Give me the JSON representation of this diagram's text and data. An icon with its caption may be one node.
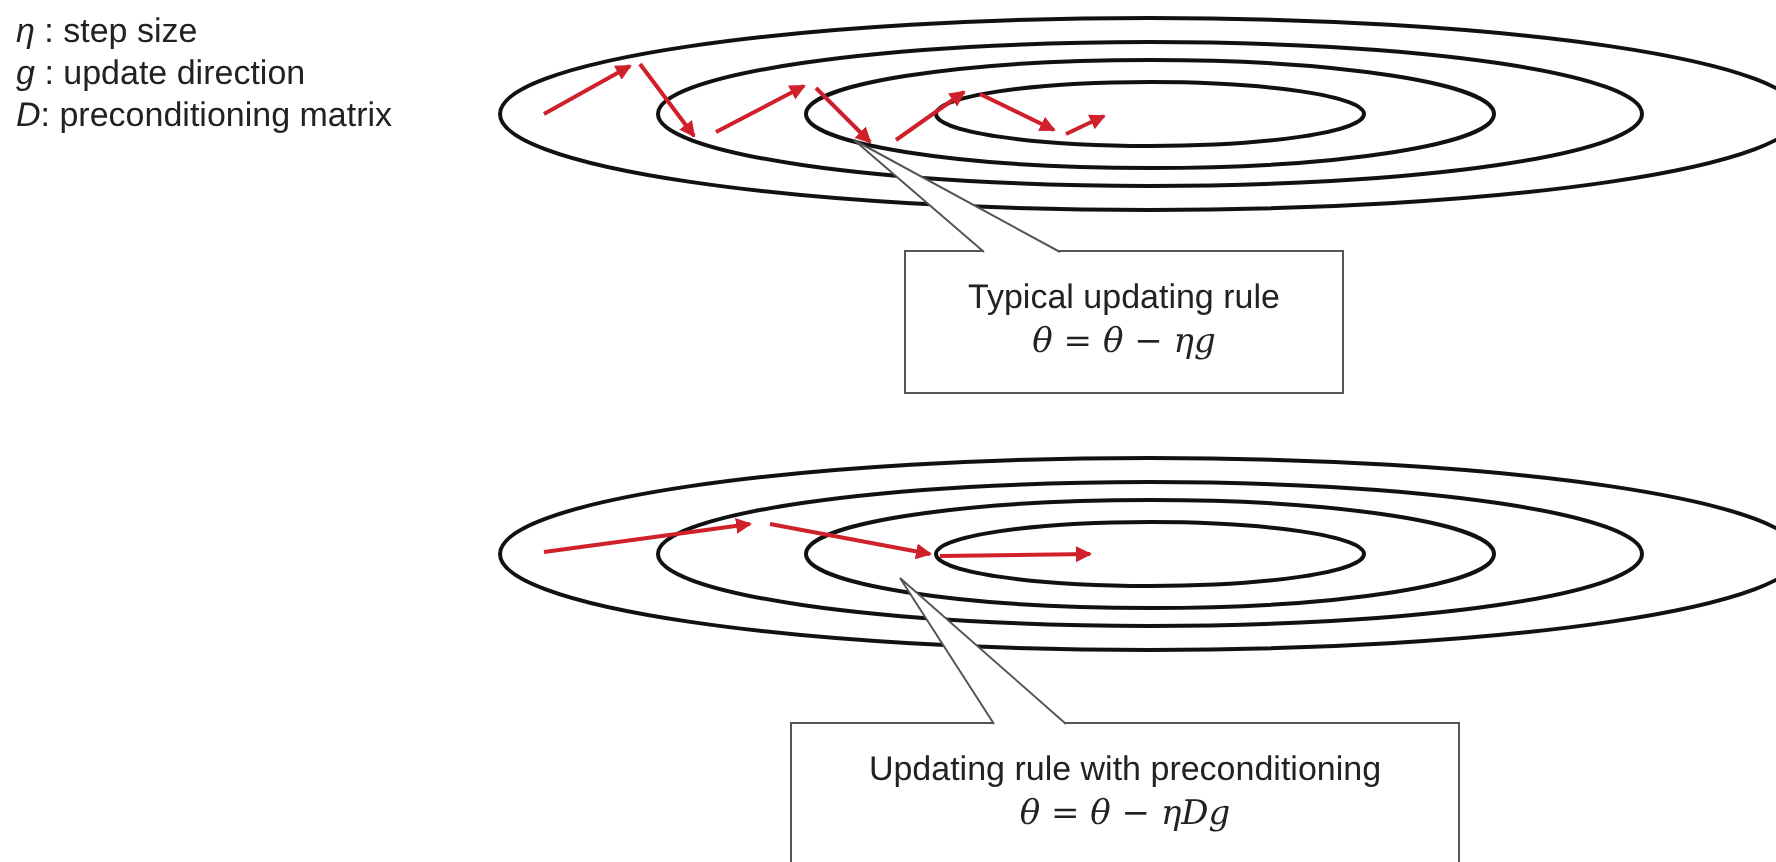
{
  "diagram": {
    "nodes": [
      {
        "text": [
          "Typical updating rule",
          "*θ* = *θ* − *ηg*"
        ]
      },
      {
        "text": [
          "Updating rule with preconditioning",
          "*θ* = *θ* − *ηDg*"
        ]
      }
    ],
    "edges": [],
    "labels": [
      "*η* : step size",
      "*g* : update direction",
      "*D*: preconditioning matrix"
    ]
  }
}
